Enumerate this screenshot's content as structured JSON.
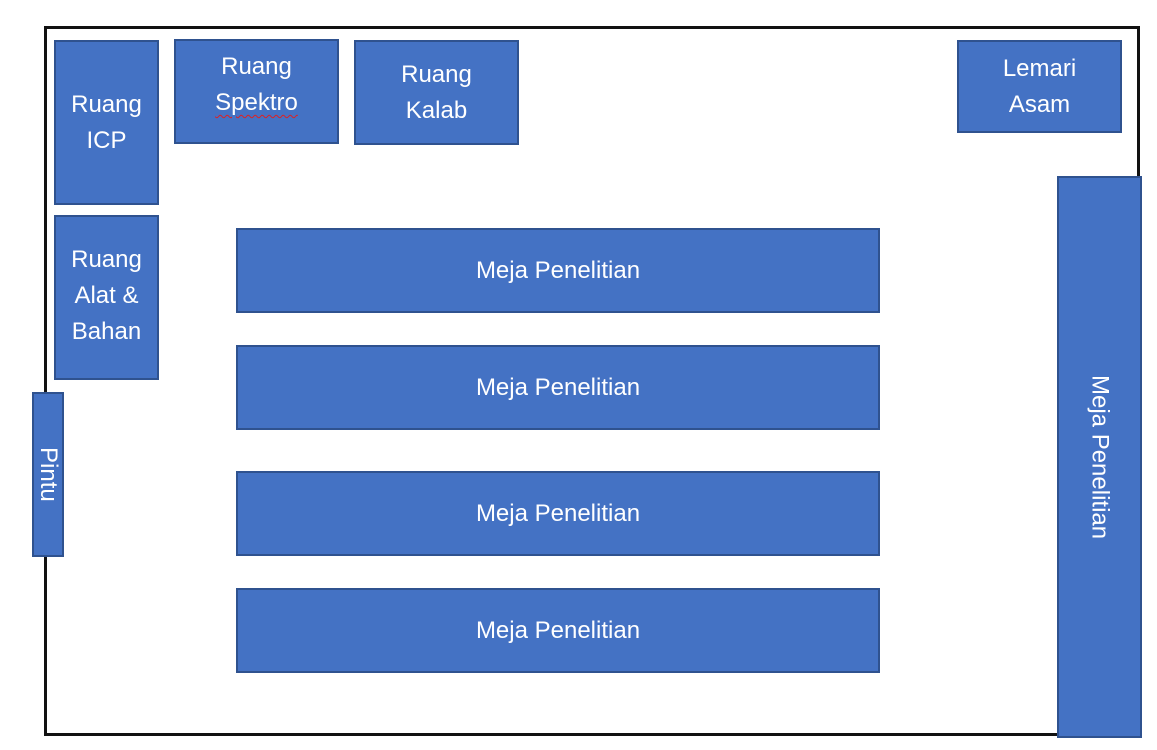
{
  "rooms": {
    "icp": "Ruang\nICP",
    "spektro_line1": "Ruang",
    "spektro_line2": "Spektro",
    "kalab": "Ruang\nKalab",
    "alat_bahan": "Ruang\nAlat &\nBahan",
    "lemari_asam": "Lemari\nAsam"
  },
  "door": {
    "label": "Pintu"
  },
  "tables": [
    {
      "label": "Meja Penelitian"
    },
    {
      "label": "Meja Penelitian"
    },
    {
      "label": "Meja Penelitian"
    },
    {
      "label": "Meja Penelitian"
    }
  ],
  "side_table": {
    "label": "Meja Penelitian"
  },
  "colors": {
    "fill": "#4472c4",
    "stroke": "#2f528f",
    "wall": "#111111",
    "text": "#ffffff"
  }
}
